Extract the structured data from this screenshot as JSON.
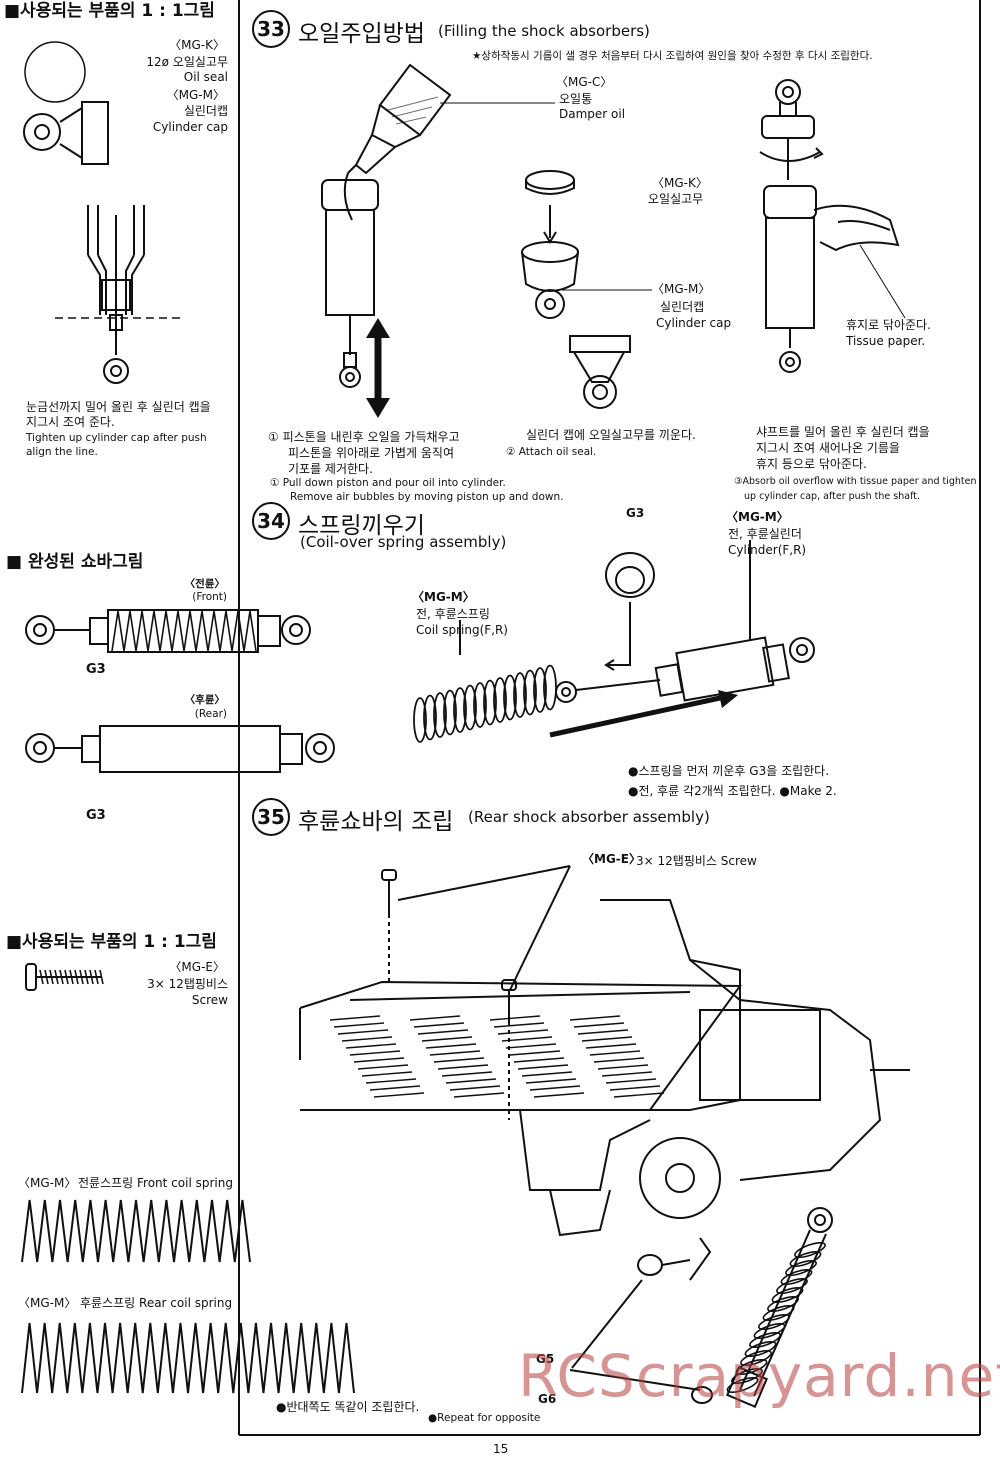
{
  "left": {
    "parts_heading": "■사용되는 부품의 1 : 1그림",
    "mgk_code": "〈MG-K〉",
    "mgk_kr": "12ø 오일실고무",
    "mgk_en": "Oil seal",
    "mgm_code": "〈MG-M〉",
    "mgm_kr": "실린더캡",
    "mgm_en": "Cylinder cap",
    "tighten_kr1": "눈금선까지 밀어 올린 후 실린더 캡을",
    "tighten_kr2": "지그시 조여 준다.",
    "tighten_en1": "Tighten up cylinder cap after push",
    "tighten_en2": "align the line.",
    "complete_heading": "■ 완성된 쇼바그림",
    "front_kr": "〈전륜〉",
    "front_en": "(Front)",
    "rear_kr": "〈후륜〉",
    "rear_en": "(Rear)",
    "g3_a": "G3",
    "g3_b": "G3",
    "parts_heading2": "■사용되는 부품의 1 : 1그림",
    "mge_code": "〈MG-E〉",
    "mge_kr": "3× 12탭핑비스",
    "mge_en": "Screw",
    "front_spring_code": "〈MG-M〉",
    "front_spring_label": "전륜스프링 Front coil spring",
    "rear_spring_code": "〈MG-M〉",
    "rear_spring_label": "후륜스프링 Rear coil spring"
  },
  "step33": {
    "num": "33",
    "title_kr": "오일주입방법",
    "title_en": "(Filling the shock absorbers)",
    "note": "★상하작동시 기름이 샐 경우 처음부터 다시 조립하여 원인을 찾아 수정한 후 다시 조립한다.",
    "mgc_code": "〈MG-C〉",
    "mgc_kr": "오일통",
    "mgc_en": "Damper oil",
    "mgk_code": "〈MG-K〉",
    "mgk_kr": "오일실고무",
    "mgm_code": "〈MG-M〉",
    "mgm_kr": "실린더캡",
    "mgm_en": "Cylinder cap",
    "tissue_kr": "휴지로 닦아준다.",
    "tissue_en": "Tissue paper.",
    "s1_kr1": "① 피스톤을 내린후 오일을 가득채우고",
    "s1_kr2": "피스톤을   위아래로 가볍게 움직여",
    "s1_kr3": "기포를 제거한다.",
    "s1_en1": "① Pull down piston and pour oil into cylinder.",
    "s1_en2": "Remove air bubbles by moving piston up and down.",
    "s2_kr": "실린더 캡에 오일실고무를 끼운다.",
    "s2_en": "② Attach oil seal.",
    "s3_kr1": "샤프트를 밀어 올린 후 실린더 캡을",
    "s3_kr2": "지그시 조여  새어나온 기름을",
    "s3_kr3": "휴지 등으로 닦아준다.",
    "s3_en1": "③Absorb oil overflow with tissue paper and tighten",
    "s3_en2": "up cylinder cap, after push the shaft."
  },
  "step34": {
    "num": "34",
    "title_kr": "스프링끼우기",
    "title_en": "(Coil-over spring assembly)",
    "g3": "G3",
    "cyl_code": "〈MG-M〉",
    "cyl_kr": "전, 후륜실린더",
    "cyl_en": "Cylinder(F,R)",
    "spring_code": "〈MG-M〉",
    "spring_kr": "전, 후륜스프링",
    "spring_en": "Coil spring(F,R)",
    "note1": "●스프링을 먼저 끼운후 G3을 조립한다.",
    "note2": "●전, 후륜 각2개씩 조립한다. ●Make 2."
  },
  "step35": {
    "num": "35",
    "title_kr": "후륜쇼바의 조립",
    "title_en": "(Rear shock absorber assembly)",
    "screw_code": "〈MG-E〉",
    "screw_label": "3× 12탭핑비스 Screw",
    "g5": "G5",
    "g6": "G6",
    "opp_kr": "●반대쪽도 똑같이 조립한다.",
    "opp_en": "●Repeat for opposite"
  },
  "page_number": "15",
  "watermark": "RCScrapyard.net"
}
